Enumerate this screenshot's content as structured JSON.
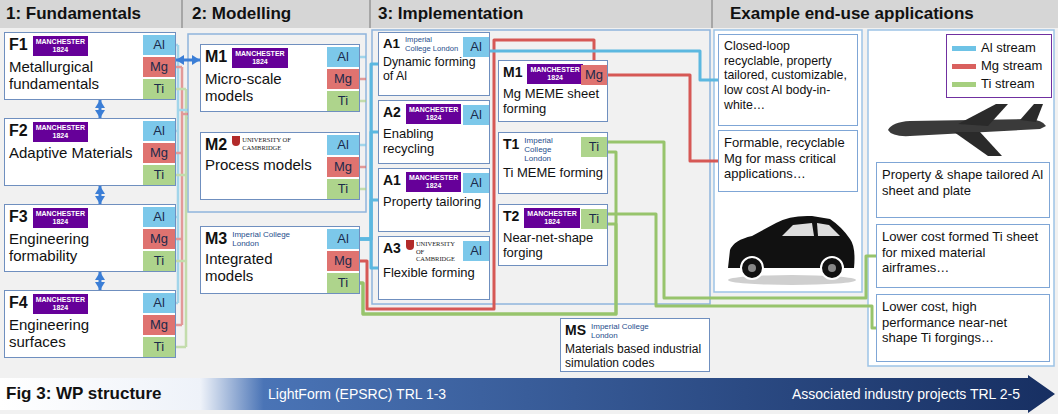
{
  "diagram": {
    "caption": "Fig 3: WP structure",
    "nodes": [
      {
        "text": [
          "F1",
          "MANCHESTER 1824",
          "Metallurgical fundamentals"
        ]
      },
      {
        "text": [
          "Al"
        ],
        "in": 0
      },
      {
        "text": [
          "Mg"
        ],
        "in": 0
      },
      {
        "text": [
          "Ti"
        ],
        "in": 0
      },
      {
        "text": [
          "F2",
          "MANCHESTER 1824",
          "Adaptive Materials"
        ]
      },
      {
        "text": [
          "Al"
        ],
        "in": 4
      },
      {
        "text": [
          "Mg"
        ],
        "in": 4
      },
      {
        "text": [
          "Ti"
        ],
        "in": 4
      },
      {
        "text": [
          "F3",
          "MANCHESTER 1824",
          "Engineering formability"
        ]
      },
      {
        "text": [
          "Al"
        ],
        "in": 8
      },
      {
        "text": [
          "Mg"
        ],
        "in": 8
      },
      {
        "text": [
          "Ti"
        ],
        "in": 8
      },
      {
        "text": [
          "F4",
          "MANCHESTER 1824",
          "Engineering surfaces"
        ]
      },
      {
        "text": [
          "Al"
        ],
        "in": 12
      },
      {
        "text": [
          "Mg"
        ],
        "in": 12
      },
      {
        "text": [
          "Ti"
        ],
        "in": 12
      },
      {
        "text": [
          "M1",
          "MANCHESTER 1824",
          "Micro-scale models"
        ]
      },
      {
        "text": [
          "Al"
        ],
        "in": 16
      },
      {
        "text": [
          "Mg"
        ],
        "in": 16
      },
      {
        "text": [
          "Ti"
        ],
        "in": 16
      },
      {
        "text": [
          "M2",
          "UNIVERSITY OF CAMBRIDGE",
          "Process models"
        ]
      },
      {
        "text": [
          "Al"
        ],
        "in": 20
      },
      {
        "text": [
          "Mg"
        ],
        "in": 20
      },
      {
        "text": [
          "Ti"
        ],
        "in": 20
      },
      {
        "text": [
          "M3",
          "Imperial College London",
          "Integrated models"
        ]
      },
      {
        "text": [
          "Al"
        ],
        "in": 24
      },
      {
        "text": [
          "Mg"
        ],
        "in": 24
      },
      {
        "text": [
          "Ti"
        ],
        "in": 24
      },
      {
        "text": [
          "A1",
          "Imperial College London",
          "Dynamic forming of Al"
        ]
      },
      {
        "text": [
          "Al"
        ],
        "in": 28
      },
      {
        "text": [
          "A2",
          "MANCHESTER 1824",
          "Enabling recycling"
        ]
      },
      {
        "text": [
          "Al"
        ],
        "in": 30
      },
      {
        "text": [
          "A1",
          "MANCHESTER 1824",
          "Property tailoring"
        ]
      },
      {
        "text": [
          "Al"
        ],
        "in": 32
      },
      {
        "text": [
          "A3",
          "UNIVERSITY OF CAMBRIDGE",
          "Flexible forming"
        ]
      },
      {
        "text": [
          "Al"
        ],
        "in": 34
      },
      {
        "text": [
          "M1",
          "MANCHESTER 1824",
          "Mg MEME sheet forming"
        ]
      },
      {
        "text": [
          "Mg"
        ],
        "in": 36
      },
      {
        "text": [
          "T1",
          "Imperial College London",
          "Ti MEME forming"
        ]
      },
      {
        "text": [
          "Ti"
        ],
        "in": 38
      },
      {
        "text": [
          "T2",
          "MANCHESTER 1824",
          "Near-net-shape forging"
        ]
      },
      {
        "text": [
          "Ti"
        ],
        "in": 40
      },
      {
        "text": [
          "MS",
          "Imperial College London",
          "Materials based industrial simulation codes"
        ]
      },
      {
        "text": [
          "Closed-loop recyclable, property tailored, customizable, low cost Al body-in-white…"
        ]
      },
      {
        "text": [
          "Formable, recyclable Mg for mass critical applications…"
        ]
      },
      {
        "text": [
          "Property & shape tailored Al sheet and plate"
        ]
      },
      {
        "text": [
          "Lower cost formed Ti sheet for mixed material airframes…"
        ]
      },
      {
        "text": [
          "Lower cost, high performance near-net shape Ti forgings…"
        ]
      }
    ],
    "edges": [
      {
        "from": 0,
        "to": 4,
        "arrow": "both"
      },
      {
        "from": 4,
        "to": 8,
        "arrow": "both"
      },
      {
        "from": 8,
        "to": 12,
        "arrow": "both"
      },
      {
        "from": 0,
        "to": 16,
        "arrow": "both"
      },
      {
        "from": 25,
        "to": 28,
        "arrow": "none"
      },
      {
        "from": 25,
        "to": 30,
        "arrow": "none"
      },
      {
        "from": 25,
        "to": 32,
        "arrow": "none"
      },
      {
        "from": 25,
        "to": 34,
        "arrow": "none"
      },
      {
        "from": 26,
        "to": 37,
        "arrow": "none"
      },
      {
        "from": 27,
        "to": 39,
        "arrow": "none"
      },
      {
        "from": 27,
        "to": 41,
        "arrow": "none"
      },
      {
        "from": 29,
        "to": 43,
        "arrow": "none"
      },
      {
        "from": 37,
        "to": 44,
        "arrow": "none"
      },
      {
        "from": 39,
        "to": 46,
        "arrow": "none"
      },
      {
        "from": 41,
        "to": 47,
        "arrow": "none"
      }
    ],
    "labels": [
      "1: Fundamentals",
      "2: Modelling",
      "3: Implementation",
      "Example end-use applications",
      "LightForm (EPSRC) TRL 1-3",
      "Associated industry projects TRL 2-5"
    ],
    "legend": [
      {
        "text": "Al stream",
        "color": "#6ec3e6"
      },
      {
        "text": "Mg stream",
        "color": "#d9605e"
      },
      {
        "text": "Ti stream",
        "color": "#a6cf7f"
      }
    ]
  }
}
